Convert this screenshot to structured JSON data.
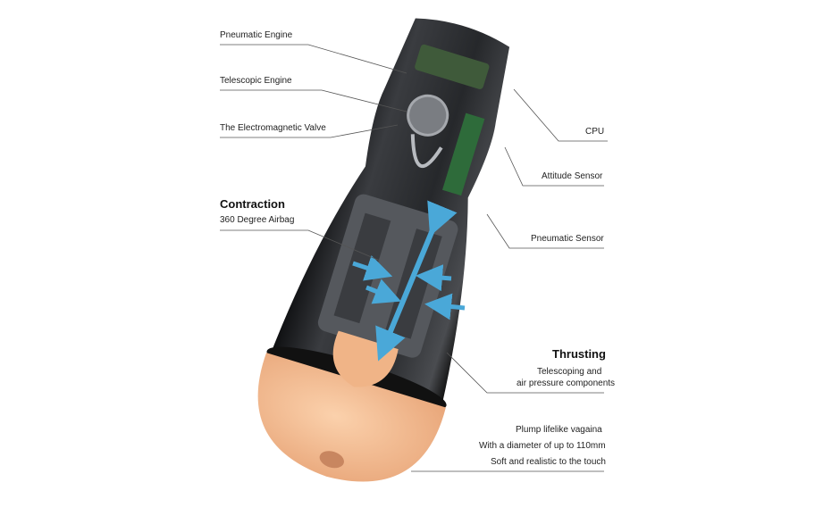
{
  "labels_left": {
    "pneumatic_engine": "Pneumatic Engine",
    "telescopic_engine": "Telescopic Engine",
    "electromagnetic_valve": "The Electromagnetic Valve",
    "contraction_title": "Contraction",
    "contraction_sub": "360 Degree Airbag"
  },
  "labels_right": {
    "cpu": "CPU",
    "attitude_sensor": "Attitude Sensor",
    "pneumatic_sensor": "Pneumatic Sensor",
    "thrusting_title": "Thrusting",
    "thrusting_line1": "Telescoping and",
    "thrusting_line2": "air pressure components",
    "sleeve_line1": "Plump lifelike vagaina",
    "sleeve_line2": "With a diameter of up to 110mm",
    "sleeve_line3": "Soft and realistic to the touch"
  },
  "colors": {
    "shell": "#1e1f22",
    "sleeve": "#f2b98c",
    "arrow": "#4aa8d8",
    "leader_line": "#555555"
  }
}
